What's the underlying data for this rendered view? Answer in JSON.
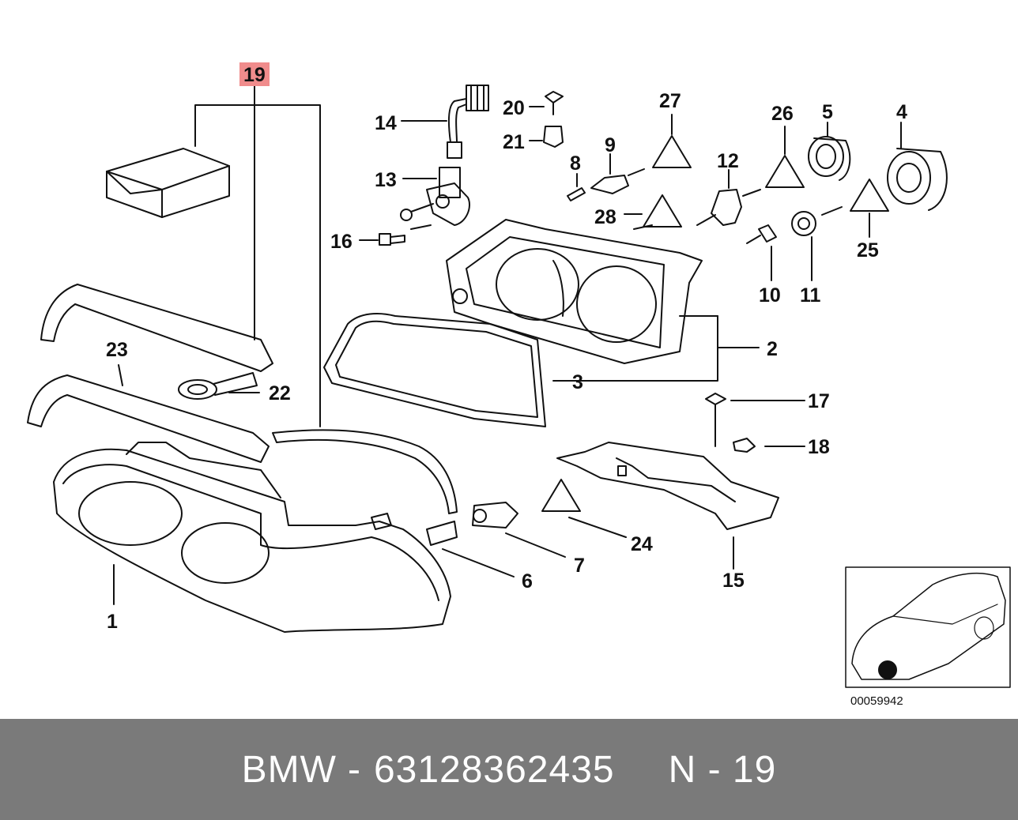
{
  "diagram": {
    "highlighted_part": "19",
    "part_labels": [
      "1",
      "2",
      "3",
      "4",
      "5",
      "6",
      "7",
      "8",
      "9",
      "10",
      "11",
      "12",
      "13",
      "14",
      "15",
      "16",
      "17",
      "18",
      "19",
      "20",
      "21",
      "22",
      "23",
      "24",
      "25",
      "26",
      "27",
      "28"
    ],
    "image_number": "00059942",
    "highlight_color": "#f08c8c"
  },
  "footer": {
    "brand": "BMW",
    "separator": "-",
    "part_number": "63128362435",
    "reference": "N - 19"
  }
}
